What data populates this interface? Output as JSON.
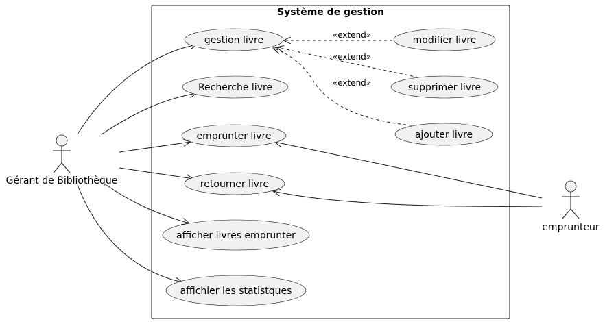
{
  "system": {
    "title": "Système de gestion"
  },
  "actors": {
    "manager": "Gérant de Bibliothèque",
    "borrower": "emprunteur"
  },
  "use_cases": {
    "gestion_livre": "gestion livre",
    "recherche_livre": "Recherche livre",
    "emprunter_livre": "emprunter livre",
    "retourner_livre": "retourner livre",
    "afficher_livres_emprunter": "afficher livres emprunter",
    "affichier_statistiques": "affichier les statistques",
    "modifier_livre": "modifier livre",
    "supprimer_livre": "supprimer livre",
    "ajouter_livre": "ajouter livre"
  },
  "stereotypes": {
    "extend_modifier": "«extend»",
    "extend_supprimer": "«extend»",
    "extend_ajouter": "«extend»"
  }
}
